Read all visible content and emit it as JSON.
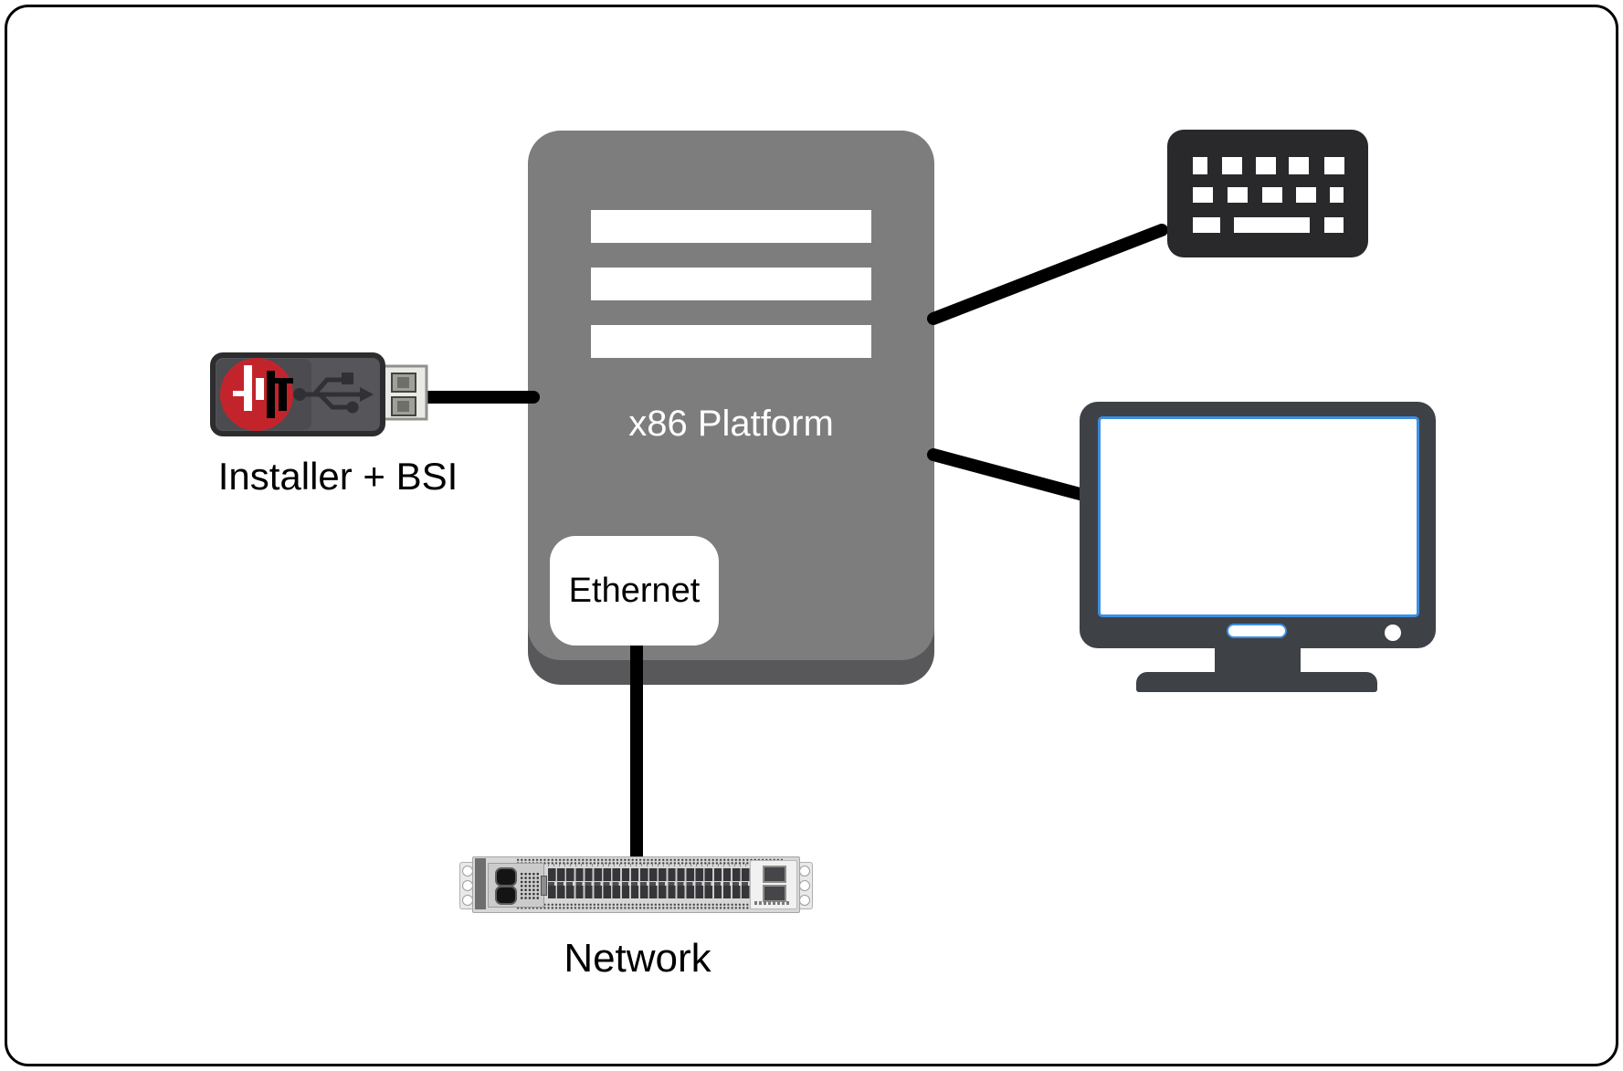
{
  "diagram": {
    "platform": {
      "label": "x86 Platform",
      "port_label": "Ethernet",
      "drive_bay_count": 3
    },
    "installer_usb": {
      "label": "Installer + BSI"
    },
    "network_switch": {
      "label": "Network"
    },
    "peripherals": [
      {
        "name": "keyboard"
      },
      {
        "name": "monitor"
      }
    ],
    "connections": [
      {
        "from": "installer-usb",
        "to": "x86-platform"
      },
      {
        "from": "x86-platform",
        "to": "keyboard"
      },
      {
        "from": "x86-platform",
        "to": "monitor"
      },
      {
        "from": "x86-platform-ethernet-port",
        "to": "network-switch"
      }
    ],
    "colors": {
      "platform_fill": "#7d7d7d",
      "platform_shadow": "#58585a",
      "connector_line": "#000000",
      "keyboard_dark": "#29292c",
      "monitor_dark": "#3e4247",
      "monitor_screen_border": "#3e8ee2",
      "usb_logo_red": "#c3242c",
      "switch_chassis": "#d7d7d7"
    }
  }
}
